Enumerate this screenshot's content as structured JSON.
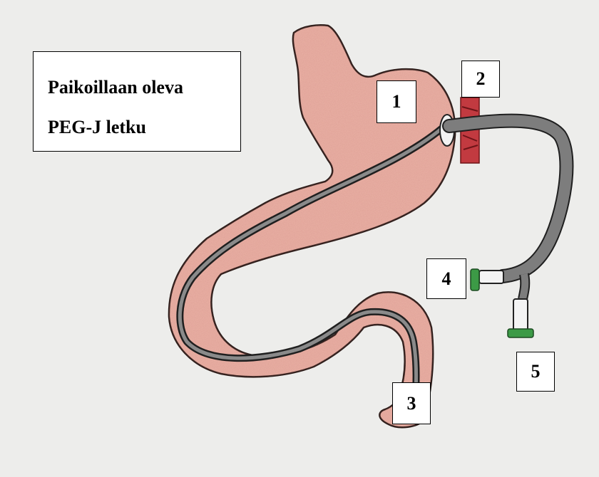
{
  "title": {
    "line1": "Paikoillaan oleva",
    "line2": "PEG-J letku"
  },
  "labels": [
    "1",
    "2",
    "3",
    "4",
    "5"
  ],
  "colors": {
    "paper": "#ededeb",
    "stomach_fill": "#eab2a6",
    "stomach_outline": "#2b1b18",
    "tube": "#7d7d7d",
    "tube_outline": "#1f1f1f",
    "abdominal_wall": "#c23a40",
    "connector_cap": "#3c9a46"
  }
}
